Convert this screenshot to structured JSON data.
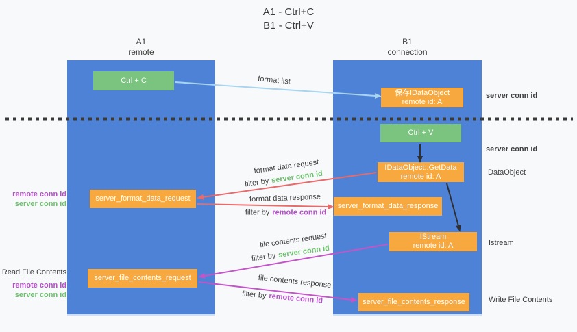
{
  "title": {
    "line1": "A1 - Ctrl+C",
    "line2": "B1 - Ctrl+V"
  },
  "lifelines": {
    "a1": {
      "name": "A1",
      "role": "remote"
    },
    "b1": {
      "name": "B1",
      "role": "connection"
    }
  },
  "boxes": {
    "ctrl_c": {
      "label": "Ctrl + C"
    },
    "ctrl_v": {
      "label": "Ctrl + V"
    },
    "save_dataobject": {
      "line1": "保存IDataObject",
      "line2": "remote id: A"
    },
    "getdata": {
      "line1": "IDataObject::GetData",
      "line2": "remote id: A"
    },
    "istream": {
      "line1": "IStream",
      "line2": "remote id: A"
    },
    "format_request": {
      "label": "server_format_data_request"
    },
    "format_response": {
      "label": "server_format_data_response"
    },
    "file_request": {
      "label": "server_file_contents_request"
    },
    "file_response": {
      "label": "server_file_contents_response"
    }
  },
  "arrow_labels": {
    "format_list": "format list",
    "format_data_request": "format data request",
    "format_data_response": "format data response",
    "file_contents_request": "file contents request",
    "file_contents_response": "file contents response",
    "filter_by": "filter by",
    "server_conn_id": "server conn id",
    "remote_conn_id": "remote conn id"
  },
  "side_labels": {
    "server_conn_id": "server conn id",
    "remote_conn_id": "remote conn id",
    "dataobject": "DataObject",
    "istream": "Istream",
    "read_file_contents": "Read File Contents",
    "write_file_contents": "Write File Contents"
  },
  "colors": {
    "lifeline_blue": "#4d82d6",
    "action_green": "#7ac47f",
    "message_orange": "#f7a83e",
    "arrow_red": "#e96a6a",
    "arrow_magenta": "#c455c9",
    "arrow_lightblue": "#a9d4ef",
    "arrow_black": "#2f2f2f",
    "conn_id_green": "#6dbf6d",
    "conn_id_purple": "#b450c8",
    "text_dark": "#3c3c3c",
    "background": "#f8f9fb"
  }
}
